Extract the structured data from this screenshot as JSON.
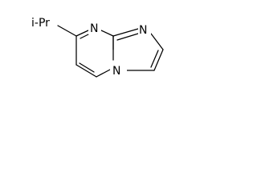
{
  "structure": {
    "substituent_label": "i-Pr",
    "atoms": {
      "n_top": "N",
      "n_imidazole": "N",
      "n_bridge": "N"
    }
  },
  "colors": {
    "bond": "#000000",
    "text": "#000000",
    "background": "#ffffff"
  }
}
